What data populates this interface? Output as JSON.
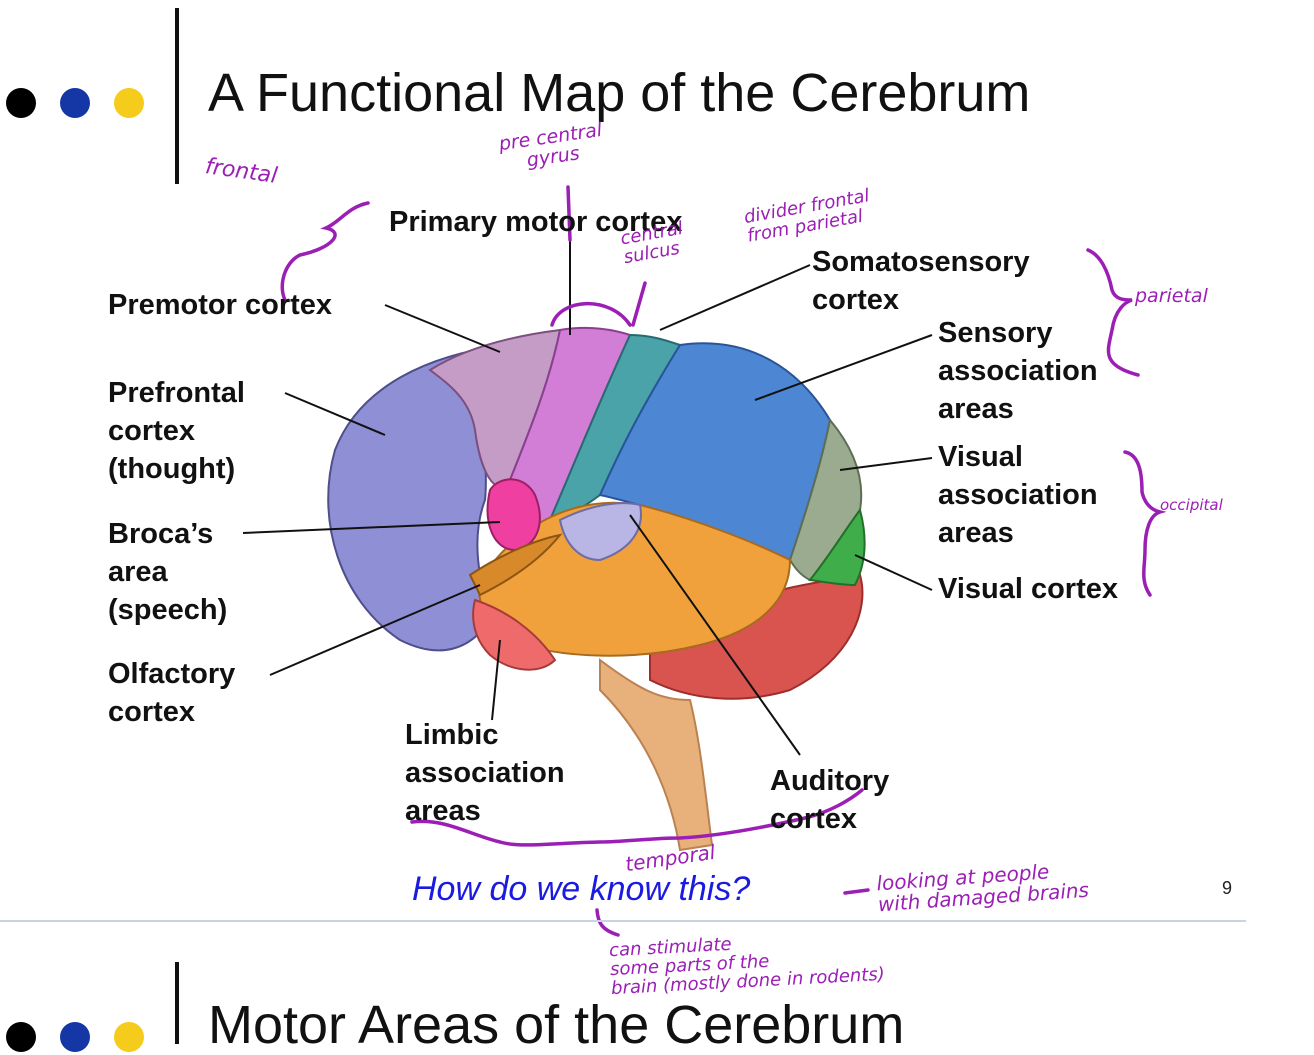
{
  "slide": {
    "title": "A Functional Map of the Cerebrum",
    "next_title": "Motor Areas of the Cerebrum",
    "page_number": "9",
    "question": "How do we know this?",
    "bullet_colors": [
      "#000000",
      "#1537a6",
      "#f5cc1c"
    ]
  },
  "labels": {
    "primary_motor": "Primary motor cortex",
    "somatosensory": "Somatosensory\ncortex",
    "premotor": "Premotor cortex",
    "sensory_assoc": "Sensory\nassociation\nareas",
    "prefrontal": "Prefrontal\ncortex\n(thought)",
    "visual_assoc": "Visual\nassociation\nareas",
    "broca": "Broca’s\narea\n(speech)",
    "visual_cortex": "Visual cortex",
    "olfactory": "Olfactory\ncortex",
    "limbic": "Limbic\nassociation\nareas",
    "auditory": "Auditory\ncortex"
  },
  "handwriting": {
    "frontal": "frontal",
    "pre_central": "pre central\ngyrus",
    "central_sulcus": "central\nsulcus",
    "divider": "divider frontal\nfrom parietal",
    "parietal": "parietal",
    "occipital": "occipital",
    "temporal": "temporal",
    "looking": "looking at people\nwith damaged brains",
    "stimulate": "can stimulate\nsome parts of the\nbrain (mostly done in rodents)"
  }
}
